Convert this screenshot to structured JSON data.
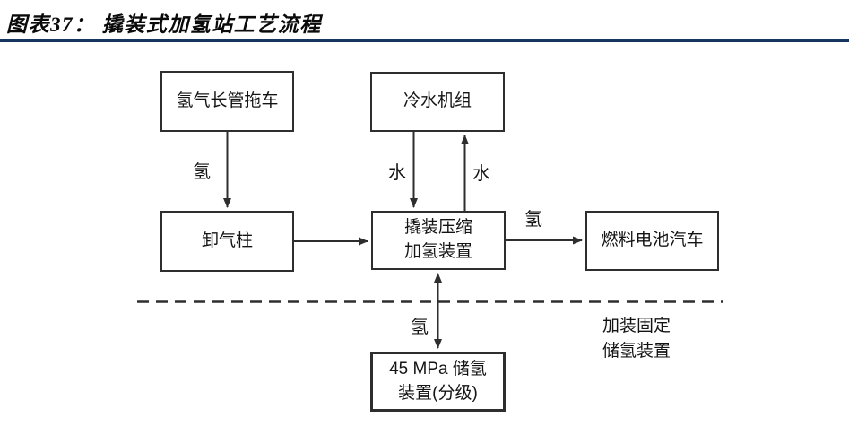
{
  "title": "图表37： 撬装式加氢站工艺流程",
  "colors": {
    "title_rule": "#17365d",
    "diagram_line": "#2e2e2e",
    "text": "#141414",
    "background": "#ffffff"
  },
  "diagram": {
    "nodes": {
      "trailer": "氢气长管拖车",
      "chiller": "冷水机组",
      "unloading": "卸气柱",
      "compressor": "撬装压缩\n加氢装置",
      "vehicle": "燃料电池汽车",
      "storage": "45 MPa 储氢\n装置(分级)"
    },
    "edge_labels": {
      "h2_trailer_to_unloading": "氢",
      "water_supply": "水",
      "water_return": "水",
      "h2_to_vehicle": "氢",
      "h2_to_storage": "氢"
    },
    "annotation": "加装固定\n储氢装置"
  }
}
